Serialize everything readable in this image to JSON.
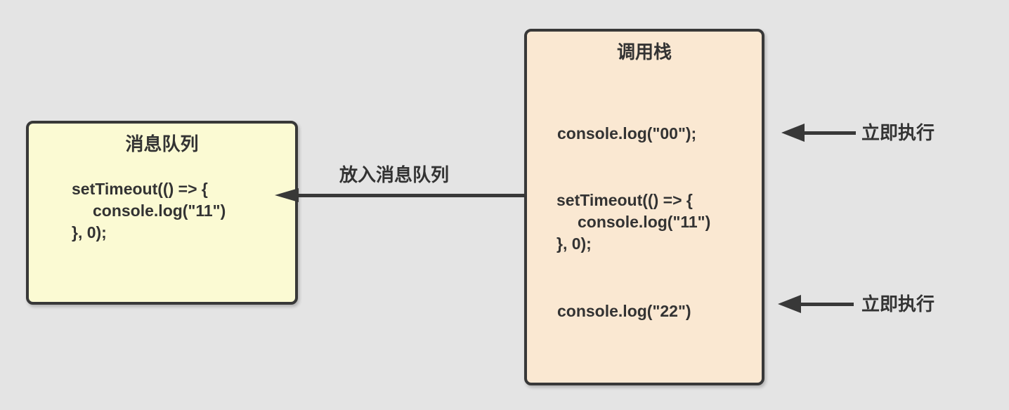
{
  "colors": {
    "bg": "#e4e4e4",
    "line": "#383838",
    "text": "#333333",
    "mq_fill": "#fbfad3",
    "cs_fill": "#fae8d2"
  },
  "message_queue_box": {
    "title": "消息队列",
    "code_lines": [
      "setTimeout(() => {",
      "console.log(\"11\")",
      "}, 0);"
    ]
  },
  "call_stack_box": {
    "title": "调用栈",
    "statement_1": "console.log(\"00\");",
    "settimeout_lines": [
      "setTimeout(() => {",
      "console.log(\"11\")",
      "}, 0);"
    ],
    "statement_3": "console.log(\"22\")"
  },
  "transfer_arrow": {
    "label": "放入消息队列"
  },
  "exec_arrows": [
    {
      "label": "立即执行"
    },
    {
      "label": "立即执行"
    }
  ]
}
